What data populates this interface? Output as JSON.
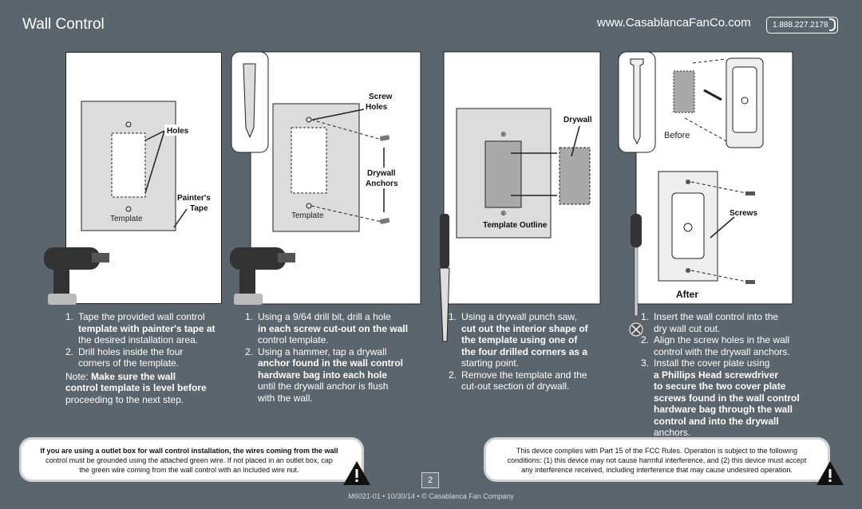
{
  "header": {
    "title": "Wall Control",
    "website": "www.CasablancaFanCo.com",
    "phone": "1.888.227.2178"
  },
  "panels": {
    "p1": {
      "label_holes": "Holes",
      "label_painters_tape": "Painter's",
      "label_painters_tape_2": "Tape",
      "label_template": "Template"
    },
    "p2": {
      "label_screw": "Screw",
      "label_holes": "Holes",
      "label_drywall": "Drywall",
      "label_anchors": "Anchors",
      "label_template": "Template"
    },
    "p3": {
      "label_drywall": "Drywall",
      "label_template_outline": "Template Outline"
    },
    "p4": {
      "label_before": "Before",
      "label_screws": "Screws",
      "label_after": "After"
    }
  },
  "column1": {
    "step1_prefix": "Tape the provided wall control",
    "step1_bold": "template with painter's tape at",
    "step1_suffix": "the desired installation area.",
    "step2_a": "Drill holes inside the four",
    "step2_b": "corners of the template.",
    "note_label": "Note:",
    "note_bold_a": "Make sure the wall",
    "note_bold_b": "control template is level before",
    "note_rest": "proceeding to the next step."
  },
  "column2": {
    "step1_a": "Using a 9/64 drill bit, drill a hole",
    "step1_bold_a": "in each screw cut-out on the wall",
    "step1_b": "control template.",
    "step2_a": "Using a hammer, tap a drywall",
    "step2_bold_a": "anchor found in the wall control",
    "step2_bold_b": "hardware bag into each hole",
    "step2_b": "until the drywall anchor is flush",
    "step2_c": "with the wall."
  },
  "column3": {
    "step1_a": "Using a drywall punch saw,",
    "step1_bold_a": "cut out the interior shape of",
    "step1_bold_b": "the template using one of",
    "step1_bold_c": "the four drilled corners as a",
    "step1_b": "starting point.",
    "step2_a": "Remove the template and the",
    "step2_b": "cut-out section of drywall."
  },
  "column4": {
    "step1_a": "Insert the wall control into the",
    "step1_b": "dry wall cut out.",
    "step2_a": "Align the screw holes in the wall",
    "step2_b": "control with the drywall anchors.",
    "step3_a": "Install the cover plate using",
    "step3_bold_a": "a Phillips Head screwdriver",
    "step3_bold_b": "to secure the two cover plate",
    "step3_bold_c": "screws found in the wall control",
    "step3_bold_d": "hardware bag through the wall",
    "step3_bold_e": "control and into the drywall",
    "step3_b": "anchors."
  },
  "warning_left": {
    "line1_bold": "If you are using a outlet box for wall control installation, the wires coming from the wall",
    "line2": "control must be grounded using the attached green wire. If not placed in an outlet box, cap",
    "line3": "the green wire coming from the wall control with an included wire nut."
  },
  "warning_right": {
    "line1": "This device complies with Part 15 of the FCC Rules. Operation is subject to the following",
    "line2": "conditions: (1) this device may not cause harmful interference, and (2) this device must accept",
    "line3": "any interference received, including interference that may cause undesired operation."
  },
  "page_number": "2",
  "footer": "M6021-01 • 10/30/14 • © Casablanca Fan Company",
  "colors": {
    "background": "#5a656d",
    "panel": "#ffffff",
    "drywall": "#a9a9a9"
  }
}
